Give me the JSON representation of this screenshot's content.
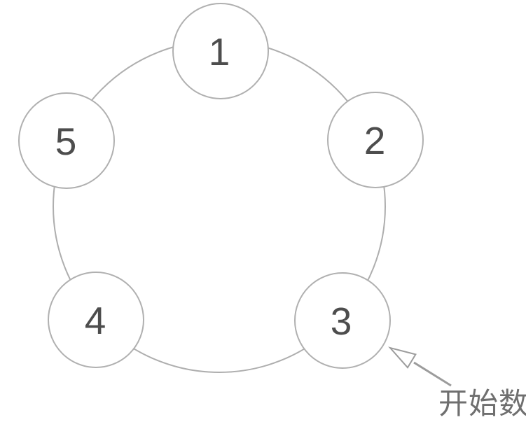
{
  "page": {
    "background": "#ffffff",
    "description": "Circle of five numbered positions with an arrow marking where to start counting"
  },
  "diagram": {
    "type": "circular-node-ring",
    "nodes": [
      {
        "label": "1"
      },
      {
        "label": "2"
      },
      {
        "label": "3"
      },
      {
        "label": "4"
      },
      {
        "label": "5"
      }
    ],
    "annotation": {
      "label": "开始数",
      "target_node": "3",
      "arrow_style": "hollow-head"
    },
    "colors": {
      "ring_stroke": "#aeaeae",
      "node_stroke": "#b0b0b0",
      "node_fill": "#ffffff",
      "number_color": "#4d4d4d",
      "arrow_color": "#9c9c9c",
      "annotation_text_color": "#6f6f6f"
    }
  }
}
